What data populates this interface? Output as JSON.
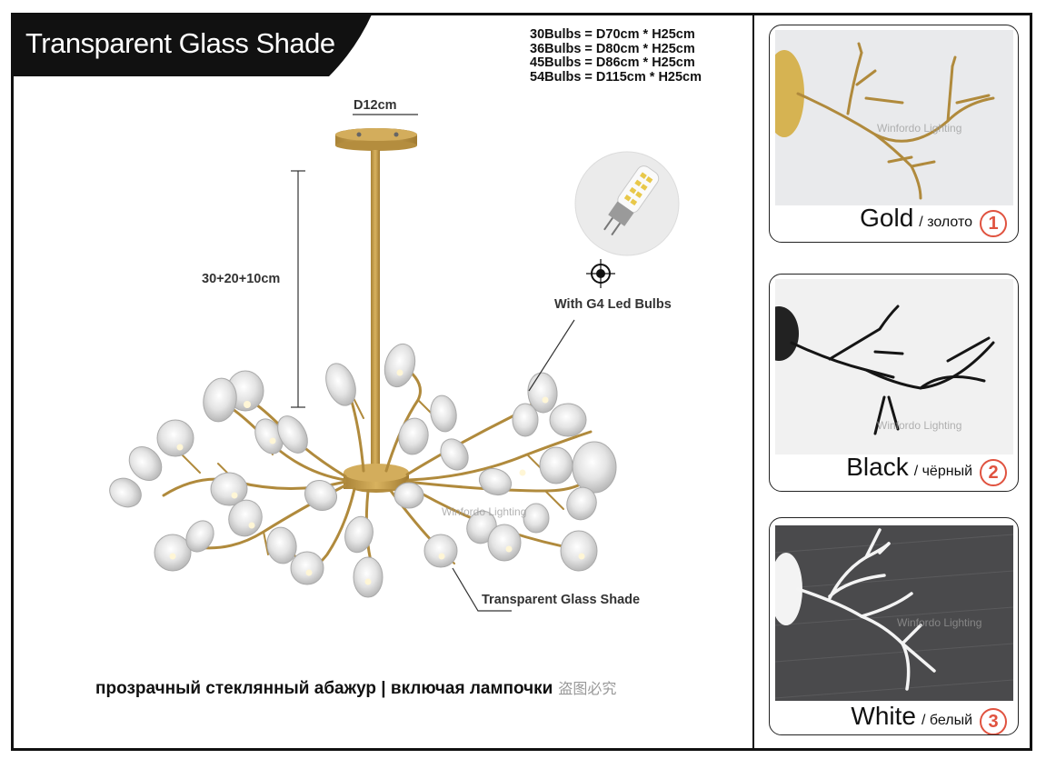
{
  "title": "Transparent Glass Shade",
  "specs": [
    "30Bulbs = D70cm * H25cm",
    "36Bulbs = D80cm * H25cm",
    "45Bulbs = D86cm * H25cm",
    "54Bulbs = D115cm * H25cm"
  ],
  "labels": {
    "canopy_diameter": "D12cm",
    "rod_length": "30+20+10cm",
    "bulbs": "With G4 Led Bulbs",
    "shade": "Transparent Glass Shade"
  },
  "caption": {
    "ru": "прозрачный стеклянный абажур | включая лампочки",
    "cn": "盗图必究"
  },
  "watermark": "Winfordo Lighting",
  "swatches": [
    {
      "name": "Gold",
      "ru": "/ золото",
      "number": "1",
      "color": "#c9a24a"
    },
    {
      "name": "Black",
      "ru": "/ чёрный",
      "number": "2",
      "color": "#1a1a1a"
    },
    {
      "name": "White",
      "ru": "/ белый",
      "number": "3",
      "color": "#f2f2f2"
    }
  ],
  "colors": {
    "frame": "#111111",
    "accent": "#e0523f",
    "gold": "#c9a24a"
  }
}
